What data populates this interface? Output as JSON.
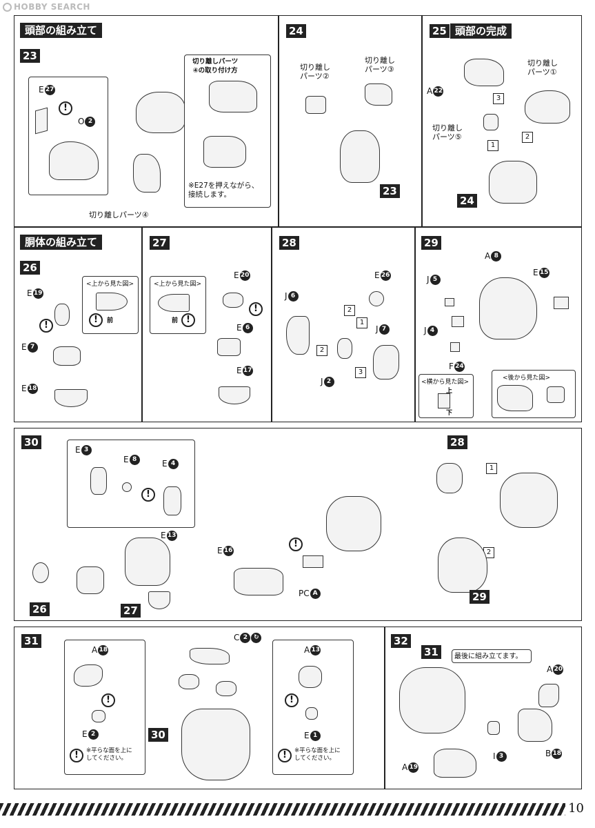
{
  "watermark": "HOBBY SEARCH",
  "page_number": "10",
  "sections": {
    "head": "頭部の組み立て",
    "body": "胴体の組み立て",
    "head_done": "頭部の完成"
  },
  "steps": {
    "s23": "23",
    "s24": "24",
    "s25": "25",
    "s26": "26",
    "s27": "27",
    "s28": "28",
    "s29": "29",
    "s30": "30",
    "s31": "31",
    "s32": "32"
  },
  "p23": {
    "e27": "E",
    "e27n": "27",
    "o2": "O",
    "o2n": "2",
    "box_title": "切り離しパーツ\n④の取り付け方",
    "note": "※E27を押えながら、\n接続します。",
    "cut4": "切り離しパーツ④"
  },
  "p24": {
    "cut2": "切り離し\nパーツ②",
    "cut3": "切り離し\nパーツ③",
    "ref": "23"
  },
  "p25": {
    "a22": "A",
    "a22n": "22",
    "cut1": "切り離し\nパーツ①",
    "cut5": "切り離し\nパーツ⑤",
    "ref": "24",
    "st1": "1",
    "st2": "2",
    "st3": "3"
  },
  "p26": {
    "top_view": "<上から見た図>",
    "front": "前",
    "e19": "E",
    "e19n": "19",
    "e7": "E",
    "e7n": "7",
    "e18": "E",
    "e18n": "18"
  },
  "p27": {
    "top_view": "<上から見た図>",
    "front": "前",
    "e20": "E",
    "e20n": "20",
    "e6": "E",
    "e6n": "6",
    "e17": "E",
    "e17n": "17"
  },
  "p28": {
    "j6": "J",
    "j6n": "6",
    "e26": "E",
    "e26n": "26",
    "j7": "J",
    "j7n": "7",
    "j2": "J",
    "j2n": "2",
    "st1": "1",
    "st2": "2",
    "st2b": "2",
    "st3": "3"
  },
  "p29": {
    "a8": "A",
    "a8n": "8",
    "j5": "J",
    "j5n": "5",
    "e15": "E",
    "e15n": "15",
    "j4": "J",
    "j4n": "4",
    "f24": "F",
    "f24n": "24",
    "side_view": "<横から見た図>",
    "back_view": "<後から見た図>",
    "up": "上",
    "down": "下"
  },
  "p30": {
    "e3": "E",
    "e3n": "3",
    "e8": "E",
    "e8n": "8",
    "e4": "E",
    "e4n": "4",
    "e13": "E",
    "e13n": "13",
    "ref26": "26",
    "ref27": "27",
    "e16": "E",
    "e16n": "16",
    "pca": "PC",
    "pcan": "A",
    "ref28": "28",
    "ref29": "29",
    "st1": "1",
    "st2": "2"
  },
  "p31": {
    "a18": "A",
    "a18n": "18",
    "e2": "E",
    "e2n": "2",
    "c2": "C",
    "c2n": "2",
    "a13": "A",
    "a13n": "13",
    "e1": "E",
    "e1n": "1",
    "ref30": "30",
    "note": "※平らな面を上に\nしてください。"
  },
  "p32": {
    "ref31": "31",
    "note": "最後に組み立てます。",
    "a20": "A",
    "a20n": "20",
    "i3": "I",
    "i3n": "3",
    "b18": "B",
    "b18n": "18",
    "a19": "A",
    "a19n": "19"
  },
  "warn": "!"
}
